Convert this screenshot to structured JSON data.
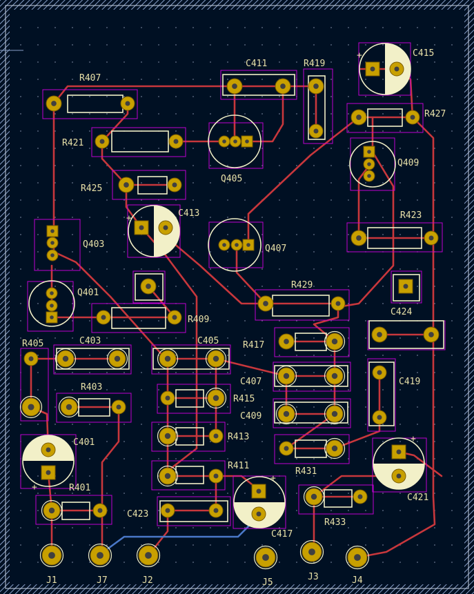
{
  "board": {
    "background": "#001023",
    "trace_color": "#c8373c",
    "bottom_trace_color": "#4a78c8",
    "pad_color": "#c8a000",
    "silk_color": "#f2f0c8",
    "courtyard_color": "#c000d0"
  },
  "labels": {
    "R407": "R407",
    "C411": "C411",
    "R419": "R419",
    "C415": "C415",
    "R427": "R427",
    "R421": "R421",
    "Q405": "Q405",
    "Q409": "Q409",
    "R425": "R425",
    "C413": "C413",
    "R423": "R423",
    "Q403": "Q403",
    "Q407": "Q407",
    "Q401": "Q401",
    "R429": "R429",
    "R409": "R409",
    "C424": "C424",
    "R405": "R405",
    "C403": "C403",
    "C405": "C405",
    "R417": "R417",
    "C407": "C407",
    "C419": "C419",
    "R403": "R403",
    "R415": "R415",
    "C409": "C409",
    "C401": "C401",
    "R413": "R413",
    "R431": "R431",
    "R411": "R411",
    "R401": "R401",
    "C421": "C421",
    "C423": "C423",
    "R433": "R433",
    "C417": "C417",
    "J1": "J1",
    "J7": "J7",
    "J2": "J2",
    "J5": "J5",
    "J3": "J3",
    "J4": "J4"
  }
}
